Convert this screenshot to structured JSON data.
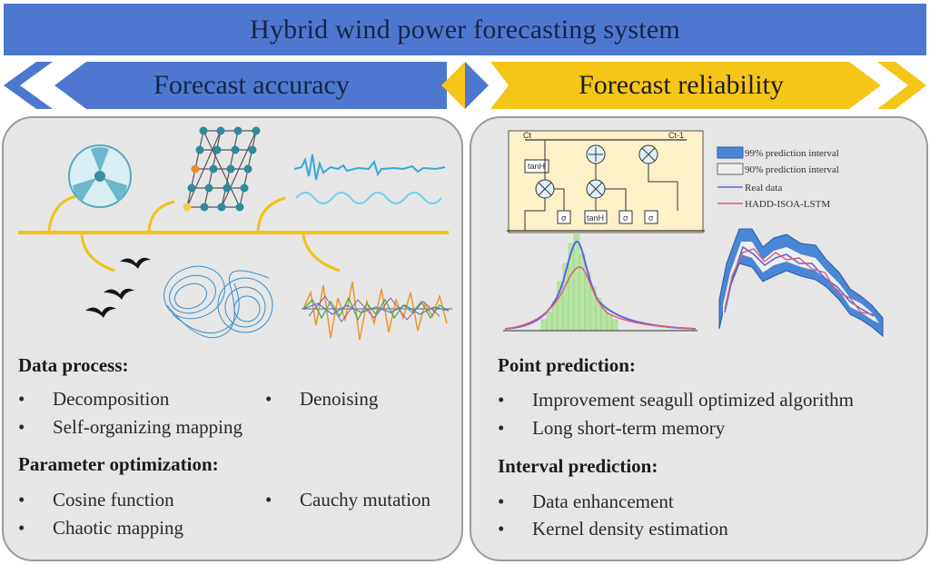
{
  "title": "Hybrid wind power forecasting system",
  "left_banner": "Forecast accuracy",
  "right_banner": "Forecast reliability",
  "left_panel": {
    "sections": [
      {
        "heading": "Data process:",
        "items": [
          "Decomposition",
          "Denoising",
          "Self-organizing mapping"
        ]
      },
      {
        "heading": "Parameter optimization:",
        "items": [
          "Cosine function",
          "Cauchy mutation",
          "Chaotic mapping"
        ]
      }
    ]
  },
  "right_panel": {
    "lstm_labels": {
      "c_in": "Ct",
      "c_out": "Ct-1",
      "tanh_top": "tanH",
      "tanh_mid": "tanH",
      "sig1": "σ",
      "sig2": "σ",
      "sig3": "σ"
    },
    "legend": [
      "99% prediction interval",
      "90% prediction interval",
      "Real data",
      "HADD-ISOA-LSTM"
    ],
    "sections": [
      {
        "heading": "Point prediction:",
        "items": [
          "Improvement seagull optimized algorithm",
          "Long short-term memory"
        ]
      },
      {
        "heading": "Interval prediction:",
        "items": [
          "Data enhancement",
          "Kernel density estimation"
        ]
      }
    ]
  },
  "colors": {
    "title_bar": "#4e78cf",
    "accuracy_blue": "#4e78cf",
    "reliability_gold": "#f5c518",
    "panel_gray": "#e6e6e6",
    "arrow_yellow": "#f2c21a"
  }
}
